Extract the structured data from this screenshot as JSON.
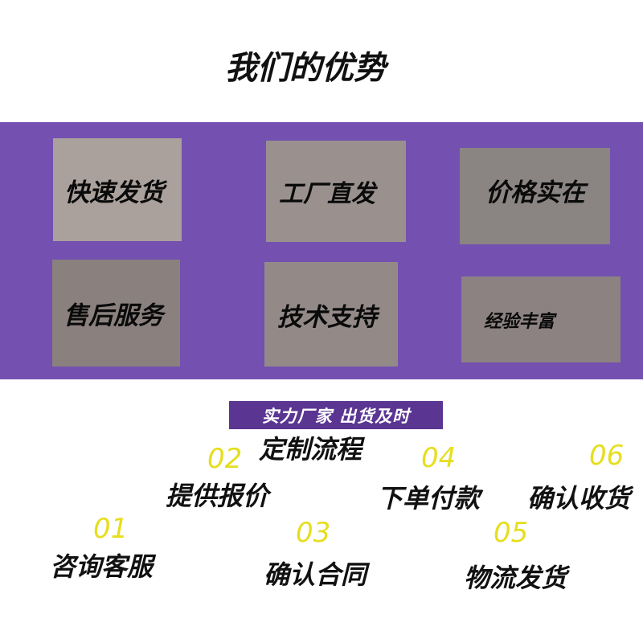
{
  "title": "我们的优势",
  "advantages": [
    "快速发货",
    "工厂直发",
    "价格实在",
    "售后服务",
    "技术支持",
    "经验丰富"
  ],
  "tagline": "实力厂家  出货及时",
  "process_title": "定制流程",
  "steps": [
    {
      "num": "01",
      "label": "咨询客服"
    },
    {
      "num": "02",
      "label": "提供报价"
    },
    {
      "num": "03",
      "label": "确认合同"
    },
    {
      "num": "04",
      "label": "下单付款"
    },
    {
      "num": "05",
      "label": "物流发货"
    },
    {
      "num": "06",
      "label": "确认收货"
    }
  ],
  "colors": {
    "band": "#7450b0",
    "tag_bg": "#5a3592",
    "step_number": "#e6de1e"
  }
}
